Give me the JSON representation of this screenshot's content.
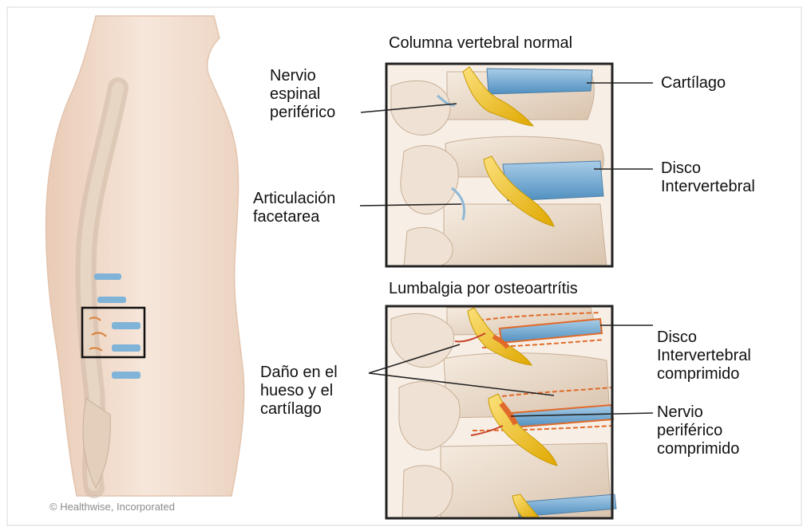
{
  "figure": {
    "panel_top_title": "Columna vertebral normal",
    "panel_bottom_title": "Lumbalgia por osteoartrítis",
    "labels": {
      "nervio_espinal": "Nervio\nespinal\nperiférico",
      "articulacion": "Articulación\nfacetarea",
      "cartilago": "Cartílago",
      "disco": "Disco\nIntervertebral",
      "dano": "Daño en el\nhueso y el\ncartílago",
      "disco_comprimido": "Disco\nIntervertebral\ncomprimido",
      "nervio_comprimido": "Nervio\nperiférico\ncomprimido"
    },
    "copyright": "© Healthwise, Incorporated"
  },
  "colors": {
    "skin": "#f1dccd",
    "bone": "#ecdccb",
    "disc_blue": "#7fb3d8",
    "nerve_yellow": "#f2c21a",
    "damage_orange": "#e06a2a",
    "frame": "#222222"
  }
}
